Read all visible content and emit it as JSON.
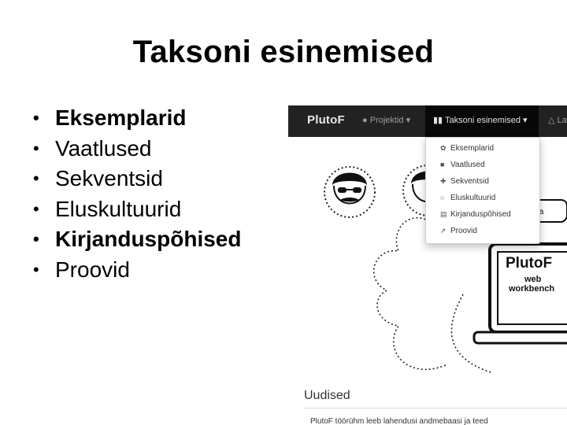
{
  "slide": {
    "title": "Taksoni esinemised",
    "bullets": [
      "Eksemplarid",
      "Vaatlused",
      "Sekventsid",
      "Eluskultuurid",
      "Kirjanduspõhised",
      "Proovid"
    ]
  },
  "screenshot": {
    "brand": "PlutoF",
    "nav": {
      "projects": "Projektid",
      "taxon_occurrences": "Taksoni esinemised",
      "la": "La"
    },
    "dropdown": [
      {
        "icon": "leaf-icon",
        "label": "Eksemplarid"
      },
      {
        "icon": "binoculars-icon",
        "label": "Vaatlused"
      },
      {
        "icon": "dna-icon",
        "label": "Sekventsid"
      },
      {
        "icon": "petri-dish-icon",
        "label": "Eluskultuurid"
      },
      {
        "icon": "book-icon",
        "label": "Kirjanduspõhised"
      },
      {
        "icon": "pipette-icon",
        "label": "Proovid"
      }
    ],
    "illustration": {
      "logo_text": "PlutoF",
      "sub1": "web",
      "sub2": "workbench",
      "bubble_text": "ta"
    },
    "news": {
      "title": "Uudised",
      "text": "PlutoF töörühm leeb lahendusi andmebaasi ja teed"
    }
  }
}
